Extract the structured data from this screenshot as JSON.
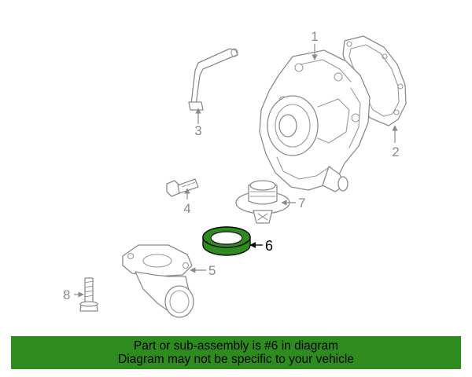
{
  "colors": {
    "highlight": "#2e8b1e",
    "banner_bg": "#2e8b1e",
    "part_stroke": "#8c8c8c",
    "label_gray": "#8a8a8a"
  },
  "callouts": [
    {
      "id": "1",
      "text": "1"
    },
    {
      "id": "2",
      "text": "2"
    },
    {
      "id": "3",
      "text": "3"
    },
    {
      "id": "4",
      "text": "4"
    },
    {
      "id": "5",
      "text": "5"
    },
    {
      "id": "6",
      "text": "6"
    },
    {
      "id": "7",
      "text": "7"
    },
    {
      "id": "8",
      "text": "8"
    }
  ],
  "highlighted_part": "6",
  "banner": {
    "line1": "Part or sub-assembly is #6 in diagram",
    "line2": "Diagram may not be specific to your vehicle"
  }
}
